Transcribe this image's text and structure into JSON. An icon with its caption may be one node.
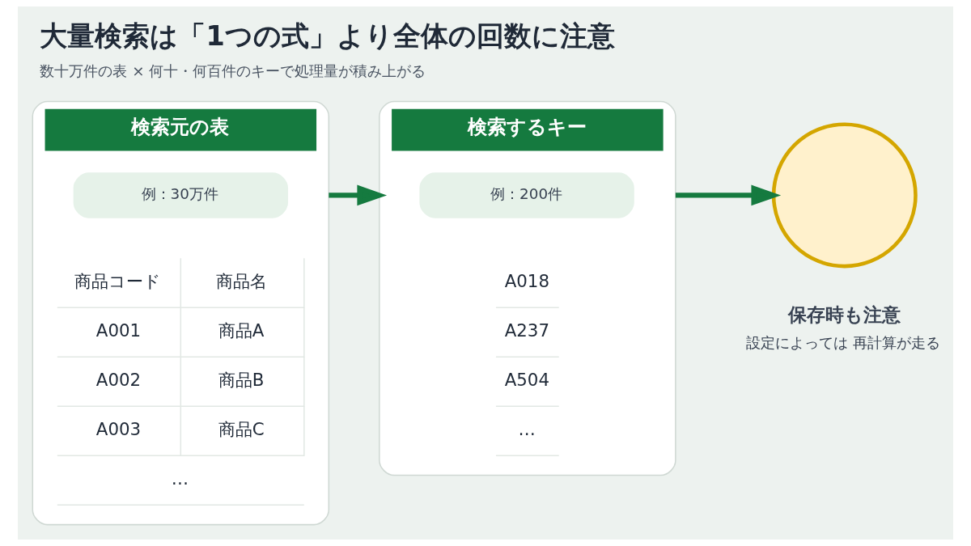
{
  "diagram": {
    "title": "大量検索は「1つの式」より全体の回数に注意",
    "caption": "数十万件の表 × 何十・何百件のキーで処理量が積み上がる",
    "nodes": [
      {
        "text": [
          "検索元の表"
        ]
      },
      {
        "text": [
          "例：30万件"
        ],
        "in": 0
      },
      {
        "text": [
          "検索するキー"
        ]
      },
      {
        "text": [
          "例：200件"
        ],
        "in": 2
      },
      {
        "text": [],
        "shape": "circle",
        "beside": [
          "保存時も注意",
          "設定によっては 再計算が走る"
        ]
      }
    ],
    "edges": [
      {
        "from": 0,
        "to": 2,
        "arrow": "to"
      },
      {
        "from": 2,
        "to": 4,
        "arrow": "to"
      }
    ],
    "labels": [
      "商品コード",
      "商品名",
      "A001",
      "商品A",
      "A002",
      "商品B",
      "A003",
      "商品C",
      "…",
      "A018",
      "A237",
      "A504",
      "…"
    ]
  }
}
